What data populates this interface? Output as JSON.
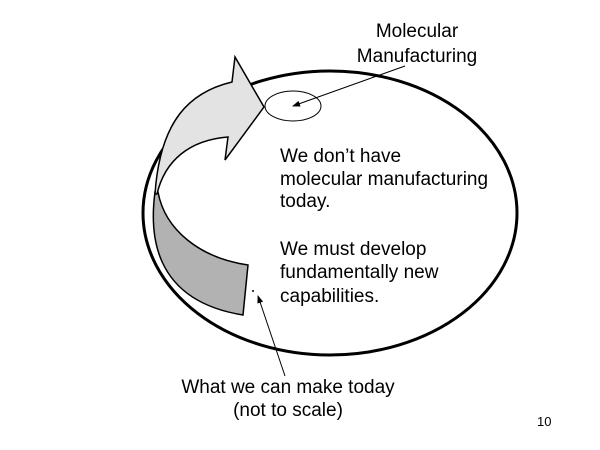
{
  "labels": {
    "target": [
      "Molecular",
      "Manufacturing"
    ],
    "statement1": [
      "We don’t have",
      "molecular manufacturing",
      "today."
    ],
    "statement2": [
      "We must develop",
      "fundamentally new",
      "capabilities."
    ],
    "current": [
      "What we can make today",
      "(not to scale)"
    ]
  },
  "page_number": "10",
  "colors": {
    "arrow_light": "#e3e3e3",
    "arrow_dark": "#b2b2b2"
  }
}
